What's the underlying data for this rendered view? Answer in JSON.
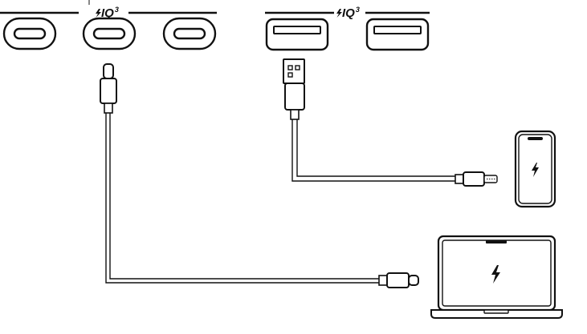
{
  "usb_c_group": {
    "label": "IQ",
    "label_superscript": "3",
    "ports": [
      {
        "name": "usb-c-port-1"
      },
      {
        "name": "usb-c-port-2",
        "connected": true
      },
      {
        "name": "usb-c-port-3"
      }
    ]
  },
  "usb_a_group": {
    "label": "IQ",
    "label_superscript": "3",
    "ports": [
      {
        "name": "usb-a-port-1",
        "connected": true
      },
      {
        "name": "usb-a-port-2"
      }
    ]
  },
  "devices": {
    "phone": {
      "icon": "lightning-bolt-icon",
      "status": "charging"
    },
    "laptop": {
      "icon": "lightning-bolt-icon",
      "status": "charging"
    }
  },
  "colors": {
    "stroke": "#111111",
    "background": "#ffffff"
  }
}
